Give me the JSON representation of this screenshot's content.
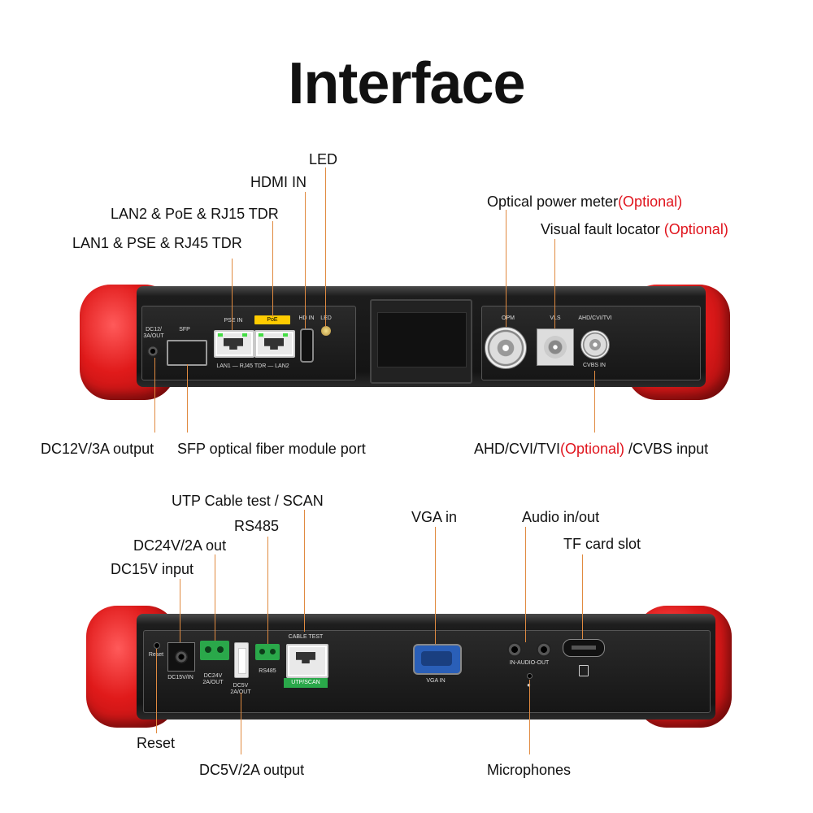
{
  "title": "Interface",
  "top_device": {
    "callouts": {
      "led": "LED",
      "hdmi_in": "HDMI IN",
      "lan2": "LAN2 & PoE & RJ15 TDR",
      "lan1": "LAN1 & PSE & RJ45 TDR",
      "opm": "Optical power meter",
      "opm_opt": "(Optional)",
      "vfl": "Visual fault locator",
      "vfl_opt": "(Optional)",
      "dc12": "DC12V/3A output",
      "sfp": "SFP optical fiber module port",
      "ahd_pre": "AHD/CVI/TVI",
      "ahd_opt": "(Optional)",
      "ahd_post": " /CVBS input"
    },
    "silk": {
      "dc12": "DC12/ 3A/OUT",
      "sfp": "SFP",
      "pse_in": "PSE IN",
      "poe": "PoE",
      "hd_in": "HD IN",
      "led": "LED",
      "lan_row": "LAN1 — RJ45 TDR — LAN2",
      "opm": "OPM",
      "vls": "VLS",
      "ahd": "AHD/CVI/TVI",
      "cvbs_in": "CVBS IN"
    }
  },
  "bottom_device": {
    "callouts": {
      "utp": "UTP Cable test / SCAN",
      "rs485": "RS485",
      "dc24": "DC24V/2A out",
      "dc15": "DC15V input",
      "vga": "VGA in",
      "audio": "Audio in/out",
      "tf": "TF card slot",
      "reset": "Reset",
      "dc5": "DC5V/2A output",
      "mic": "Microphones"
    },
    "silk": {
      "reset": "Reset",
      "dc15": "DC15V/IN",
      "dc24_l1": "DC24V",
      "dc24_l2": "2A/OUT",
      "dc5_l1": "DC5V",
      "dc5_l2": "2A/OUT",
      "rs485": "RS485",
      "cable_test": "CABLE TEST",
      "utp_scan": "UTP/SCAN",
      "vga_in": "VGA IN",
      "audio": "IN-AUDIO-OUT"
    }
  },
  "colors": {
    "accent_red": "#e0141d",
    "lead_line": "#e08a40",
    "bumper_red": "#e01a1a"
  }
}
